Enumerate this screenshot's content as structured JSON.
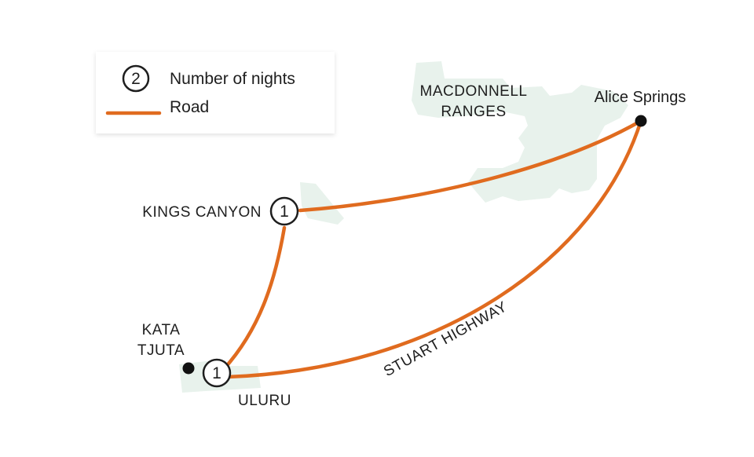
{
  "legend": {
    "nights_label": "Number of nights",
    "nights_sample": "2",
    "road_label": "Road"
  },
  "places": {
    "macdonnell_line1": "MACDONNELL",
    "macdonnell_line2": "RANGES",
    "alice_springs": "Alice Springs",
    "kings_canyon": "KINGS CANYON",
    "kata_tjuta_line1": "KATA",
    "kata_tjuta_line2": "TJUTA",
    "uluru": "ULURU",
    "stuart_highway": "STUART HIGHWAY"
  },
  "stops": {
    "kings_canyon_nights": "1",
    "uluru_nights": "1"
  },
  "colors": {
    "road": "#e06b1f",
    "terrain": "#e8f2ec",
    "marker": "#111111",
    "legend_bg": "#ffffff"
  }
}
